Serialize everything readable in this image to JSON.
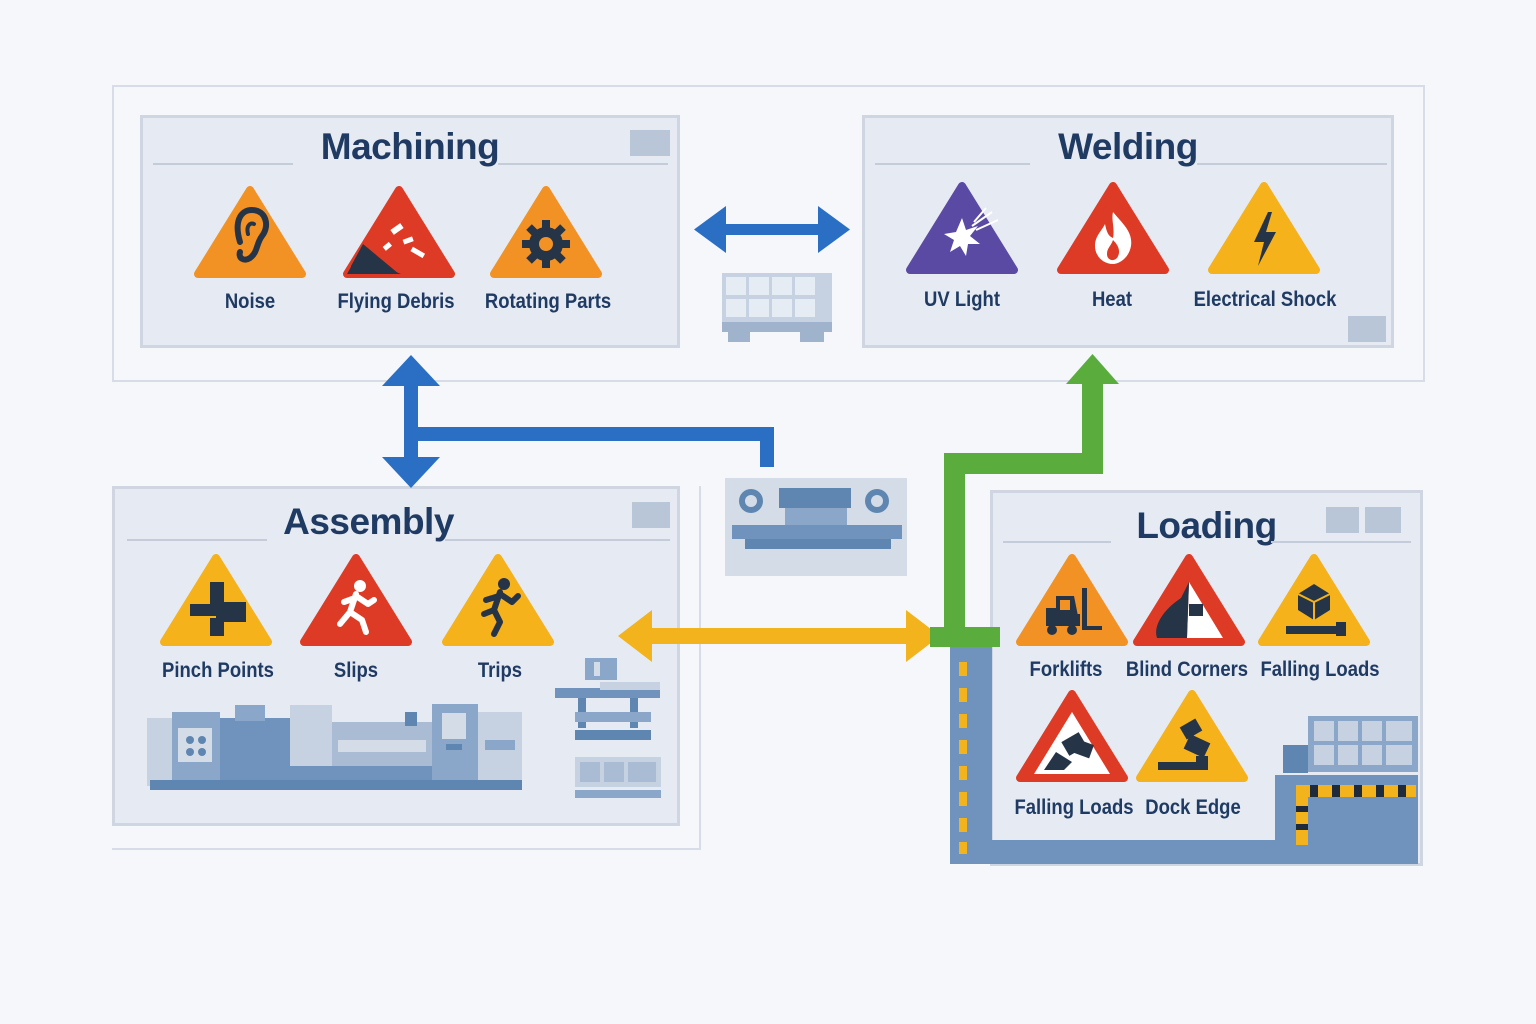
{
  "colors": {
    "title": "#1f3b63",
    "panel": "#e6eaf2",
    "machine": "#5f86b0",
    "flow_blue": "#2a6fc4",
    "flow_green": "#5aac3c",
    "flow_yellow": "#f2b31c",
    "sign_orange": "#f29224",
    "sign_red": "#dd3b25",
    "sign_purple": "#5a4aa4",
    "sign_yellow": "#f5b21b",
    "sign_ink": "#263447"
  },
  "zones": {
    "machining": {
      "title": "Machining",
      "hazards": [
        {
          "label": "Noise",
          "icon": "ear-icon",
          "color": "orange"
        },
        {
          "label": "Flying Debris",
          "icon": "flying-debris-icon",
          "color": "red"
        },
        {
          "label": "Rotating Parts",
          "icon": "gear-icon",
          "color": "orange"
        }
      ]
    },
    "welding": {
      "title": "Welding",
      "hazards": [
        {
          "label": "UV Light",
          "icon": "uv-flash-icon",
          "color": "purple"
        },
        {
          "label": "Heat",
          "icon": "flame-icon",
          "color": "red"
        },
        {
          "label": "Electrical Shock",
          "icon": "lightning-icon",
          "color": "yellow"
        }
      ]
    },
    "assembly": {
      "title": "Assembly",
      "hazards": [
        {
          "label": "Pinch Points",
          "icon": "pinch-point-icon",
          "color": "yellow"
        },
        {
          "label": "Slips",
          "icon": "slipping-person-icon",
          "color": "red"
        },
        {
          "label": "Trips",
          "icon": "tripping-person-icon",
          "color": "yellow"
        }
      ]
    },
    "loading": {
      "title": "Loading",
      "hazards": [
        {
          "label": "Forklifts",
          "icon": "forklift-icon",
          "color": "orange"
        },
        {
          "label": "Blind Corners",
          "icon": "blind-corner-icon",
          "color": "red"
        },
        {
          "label": "Falling Loads",
          "icon": "falling-boxes-icon",
          "color": "yellow"
        },
        {
          "label": "Falling Loads",
          "icon": "falling-load-icon",
          "color": "red"
        },
        {
          "label": "Dock Edge",
          "icon": "dock-edge-icon",
          "color": "yellow"
        }
      ]
    }
  },
  "flows": [
    {
      "from": "machining",
      "to": "welding",
      "color": "blue",
      "direction": "both"
    },
    {
      "from": "machining",
      "to": "assembly",
      "color": "blue",
      "direction": "both"
    },
    {
      "from": "assembly",
      "to": "loading",
      "color": "yellow",
      "direction": "both"
    },
    {
      "from": "loading",
      "to": "welding",
      "color": "green",
      "direction": "one-way"
    }
  ]
}
